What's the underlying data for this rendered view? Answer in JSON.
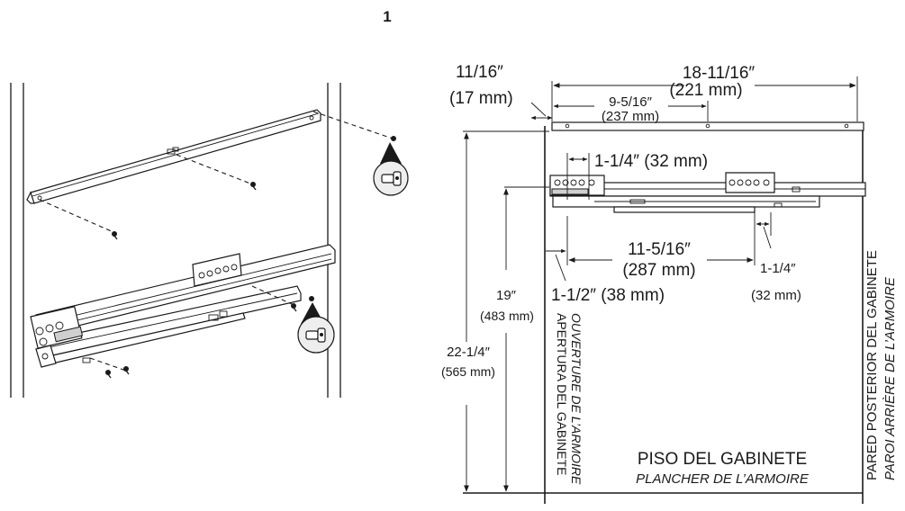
{
  "step_number": "1",
  "dimensions": {
    "gap_top_in": "11/16″",
    "gap_top_mm": "(17 mm)",
    "total_in": "18-11/16″",
    "total_mm": "(221 mm)",
    "mid_in": "9-5/16″",
    "mid_mm": "(237 mm)",
    "front_in_mm": "1-1/4″ (32 mm)",
    "span_in": "11-5/16″",
    "span_mm": "(287 mm)",
    "rear_in": "1-1/4″",
    "rear_mm": "(32 mm)",
    "setback": "1-1/2″ (38 mm)",
    "height_in": "19″",
    "height_mm": "(483 mm)",
    "full_in": "22-1/4″",
    "full_mm": "(565 mm)"
  },
  "labels": {
    "front_es": "APERTURA DEL GABINETE",
    "front_fr": "OUVERTURE DE L’ARMOIRE",
    "rear_es": "PARED POSTERIOR DEL GABINETE",
    "rear_fr": "PAROI ARRIÈRE DE L’ARMOIRE",
    "floor_es": "PISO DEL GABINETE",
    "floor_fr": "PLANCHER DE L’ARMOIRE"
  }
}
